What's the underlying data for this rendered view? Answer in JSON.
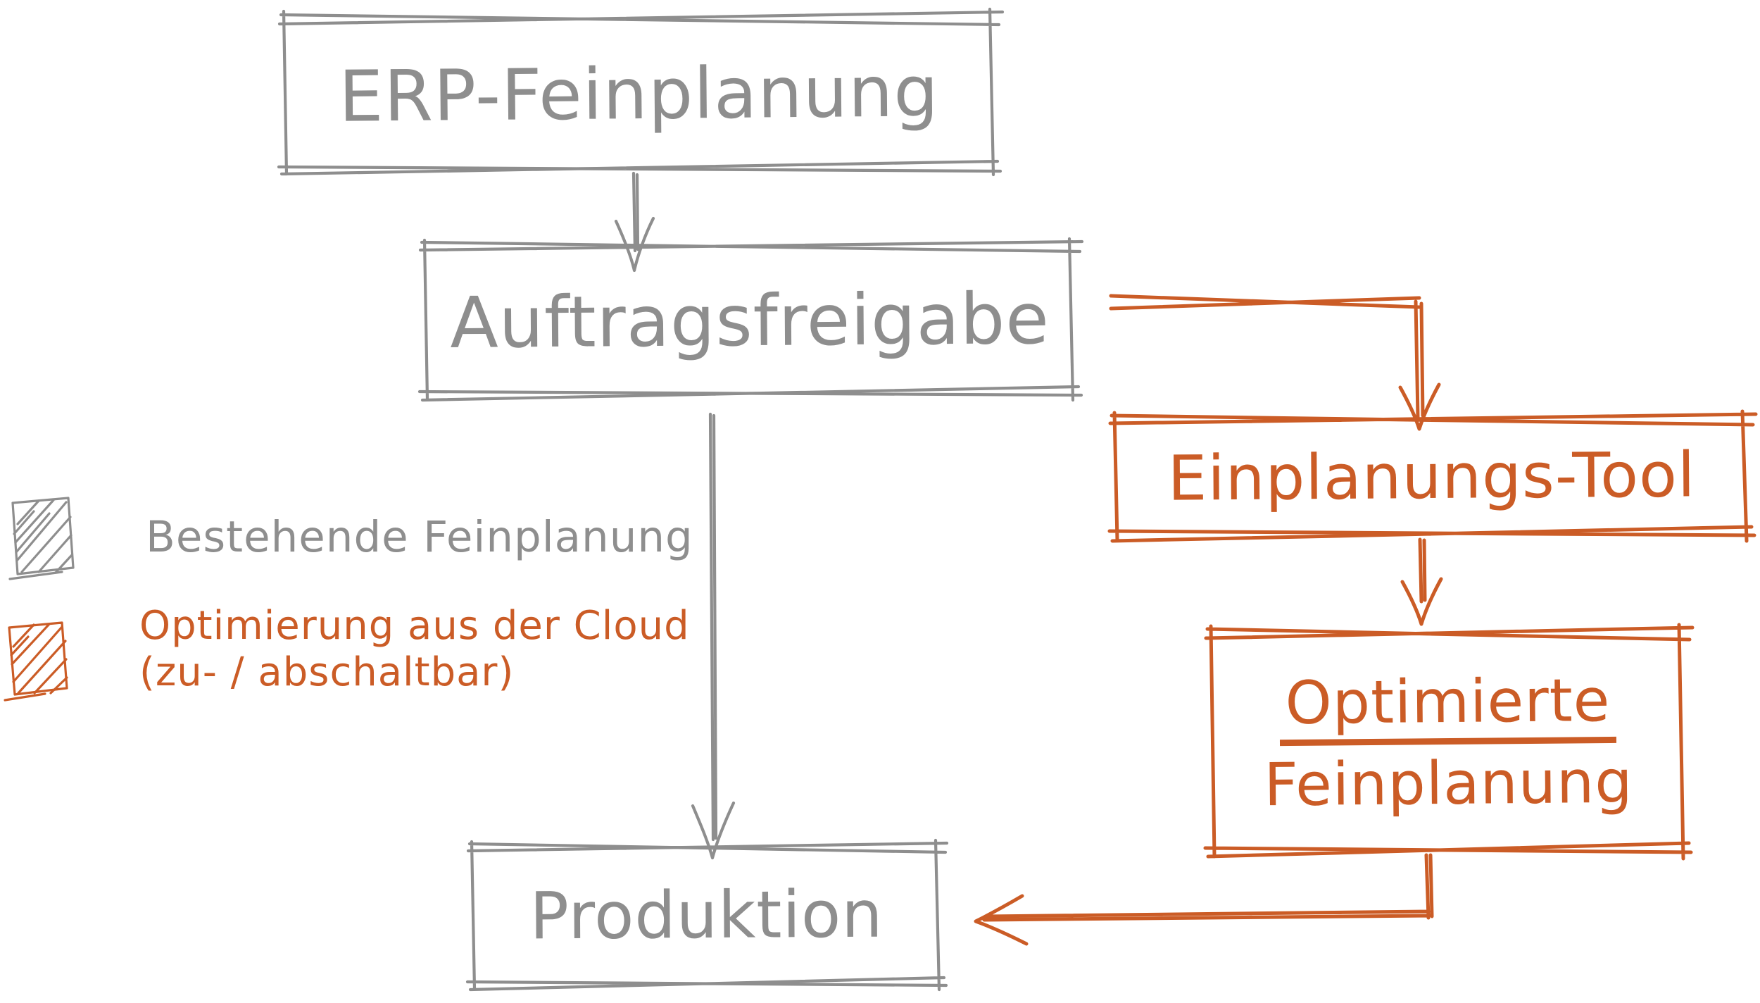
{
  "diagram": {
    "background": "#ffffff",
    "palette": {
      "existing_gray": "#8e8e8e",
      "cloud_orange": "#cb5c26"
    },
    "nodes": {
      "erp": {
        "label": "ERP-Feinplanung",
        "color": "#8e8e8e"
      },
      "auftragsfreigabe": {
        "label": "Auftragsfreigabe",
        "color": "#8e8e8e"
      },
      "produktion": {
        "label": "Produktion",
        "color": "#8e8e8e"
      },
      "einplanungs_tool": {
        "label": "Einplanungs-Tool",
        "color": "#cb5c26"
      },
      "optimierte_feinplanung": {
        "label_line1": "Optimierte",
        "label_line2": "Feinplanung",
        "line1_underlined": true,
        "color": "#cb5c26"
      }
    },
    "edges": [
      {
        "from": "erp",
        "to": "auftragsfreigabe",
        "color": "#8e8e8e"
      },
      {
        "from": "auftragsfreigabe",
        "to": "produktion",
        "color": "#8e8e8e"
      },
      {
        "from": "auftragsfreigabe",
        "to": "einplanungs_tool",
        "color": "#cb5c26"
      },
      {
        "from": "einplanungs_tool",
        "to": "optimierte_feinplanung",
        "color": "#cb5c26"
      },
      {
        "from": "optimierte_feinplanung",
        "to": "produktion",
        "color": "#cb5c26"
      }
    ],
    "legend": {
      "existing": {
        "label": "Bestehende Feinplanung",
        "swatch": "gray-hatched-square",
        "color": "#8e8e8e"
      },
      "cloud": {
        "label_line1": "Optimierung aus der Cloud",
        "label_line2": "(zu- / abschaltbar)",
        "swatch": "orange-hatched-square",
        "color": "#cb5c26"
      }
    }
  }
}
